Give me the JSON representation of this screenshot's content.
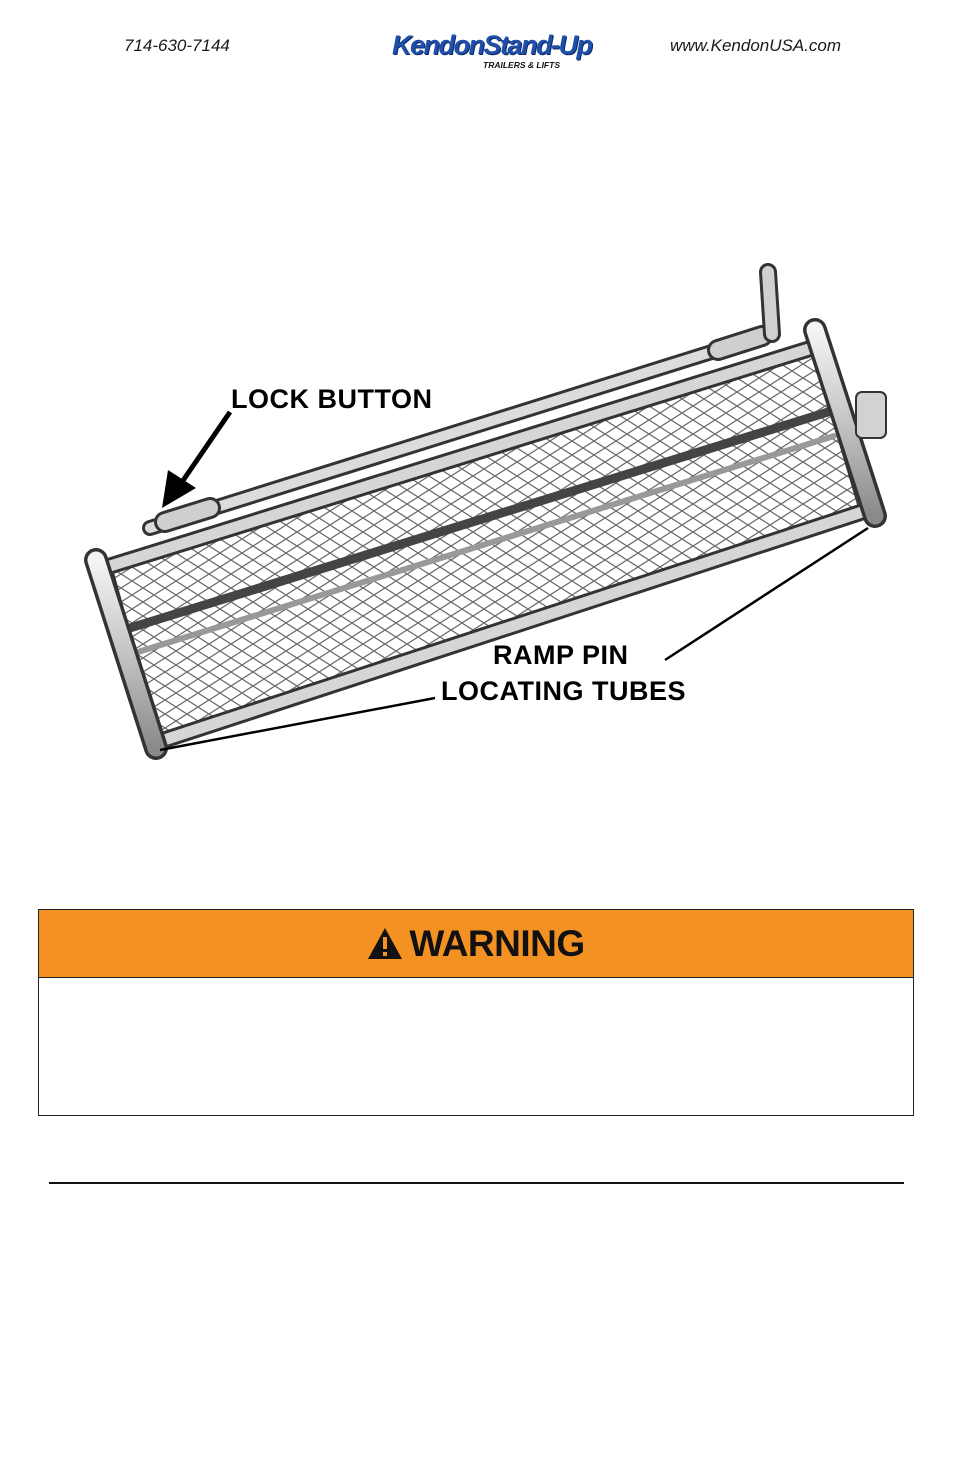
{
  "header": {
    "phone": "714-630-7144",
    "website": "www.KendonUSA.com",
    "logo": {
      "brand": "KendonStand-Up",
      "tagline": "TRAILERS & LIFTS"
    }
  },
  "figure": {
    "callouts": {
      "lock_button": "LOCK BUTTON",
      "ramp_pin": "RAMP PIN",
      "locating_tubes": "LOCATING TUBES"
    }
  },
  "warning": {
    "title": "WARNING",
    "header_color": "#f39223",
    "icon": "warning-triangle-icon"
  }
}
